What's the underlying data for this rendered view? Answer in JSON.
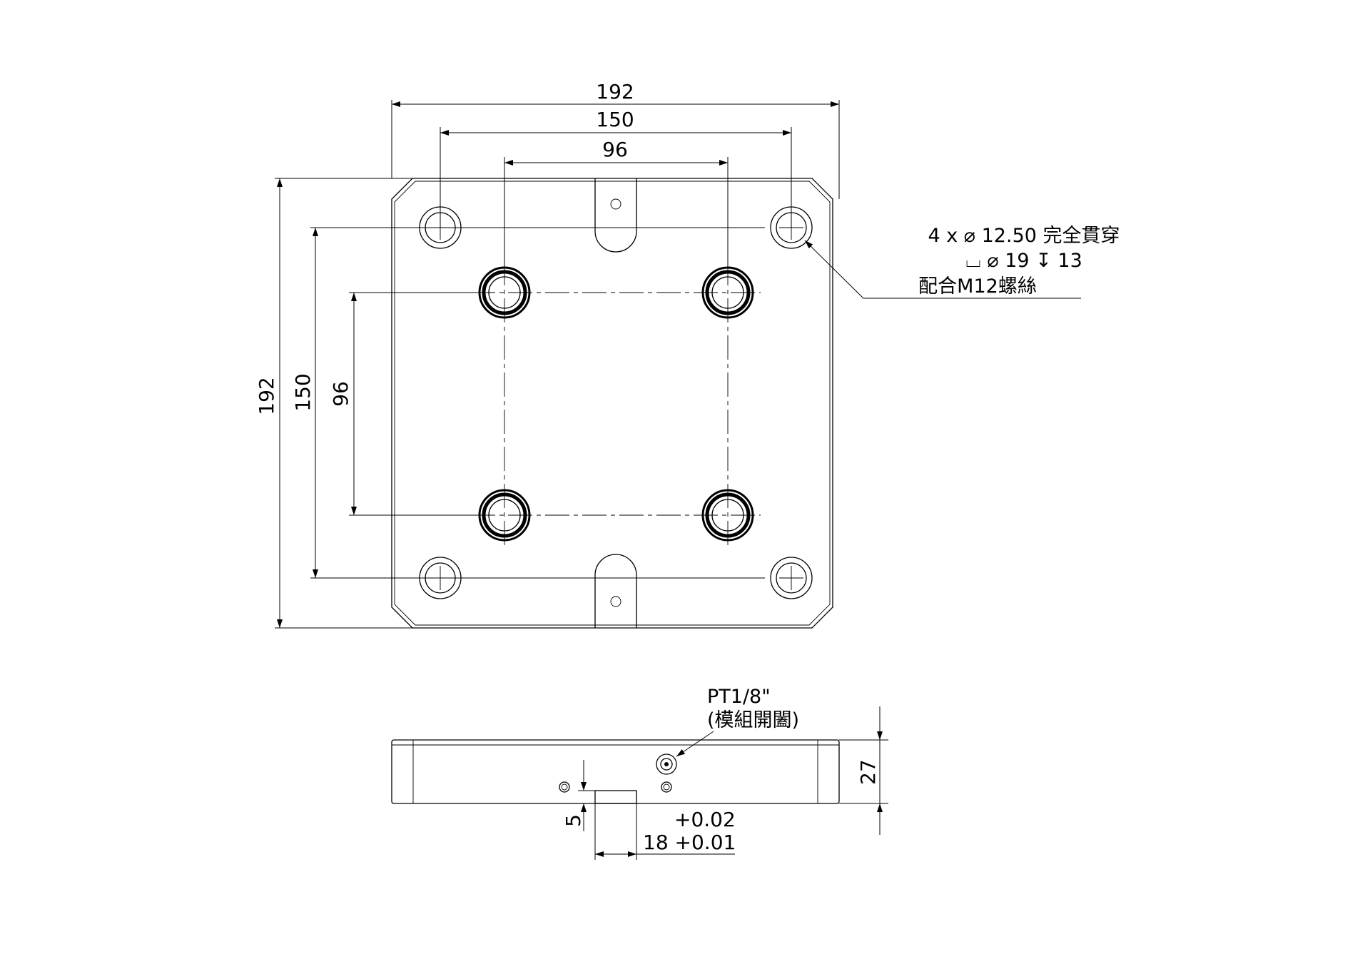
{
  "top_view": {
    "dims": {
      "h_overall": "192",
      "h_outer_holes": "150",
      "h_inner_holes": "96",
      "v_overall": "192",
      "v_outer_holes": "150",
      "v_inner_holes": "96"
    },
    "hole_callout": {
      "line1": "4 x ⌀ 12.50 完全貫穿",
      "line2": "⌴ ⌀ 19 ↧ 13",
      "line3": "配合M12螺絲"
    }
  },
  "side_view": {
    "port_label_1": "PT1/8\"",
    "port_label_2": "(模組開闔)",
    "height_dim": "27",
    "step_dim": "5",
    "tol_upper": "+0.02",
    "tol_lower": "18 +0.01"
  }
}
